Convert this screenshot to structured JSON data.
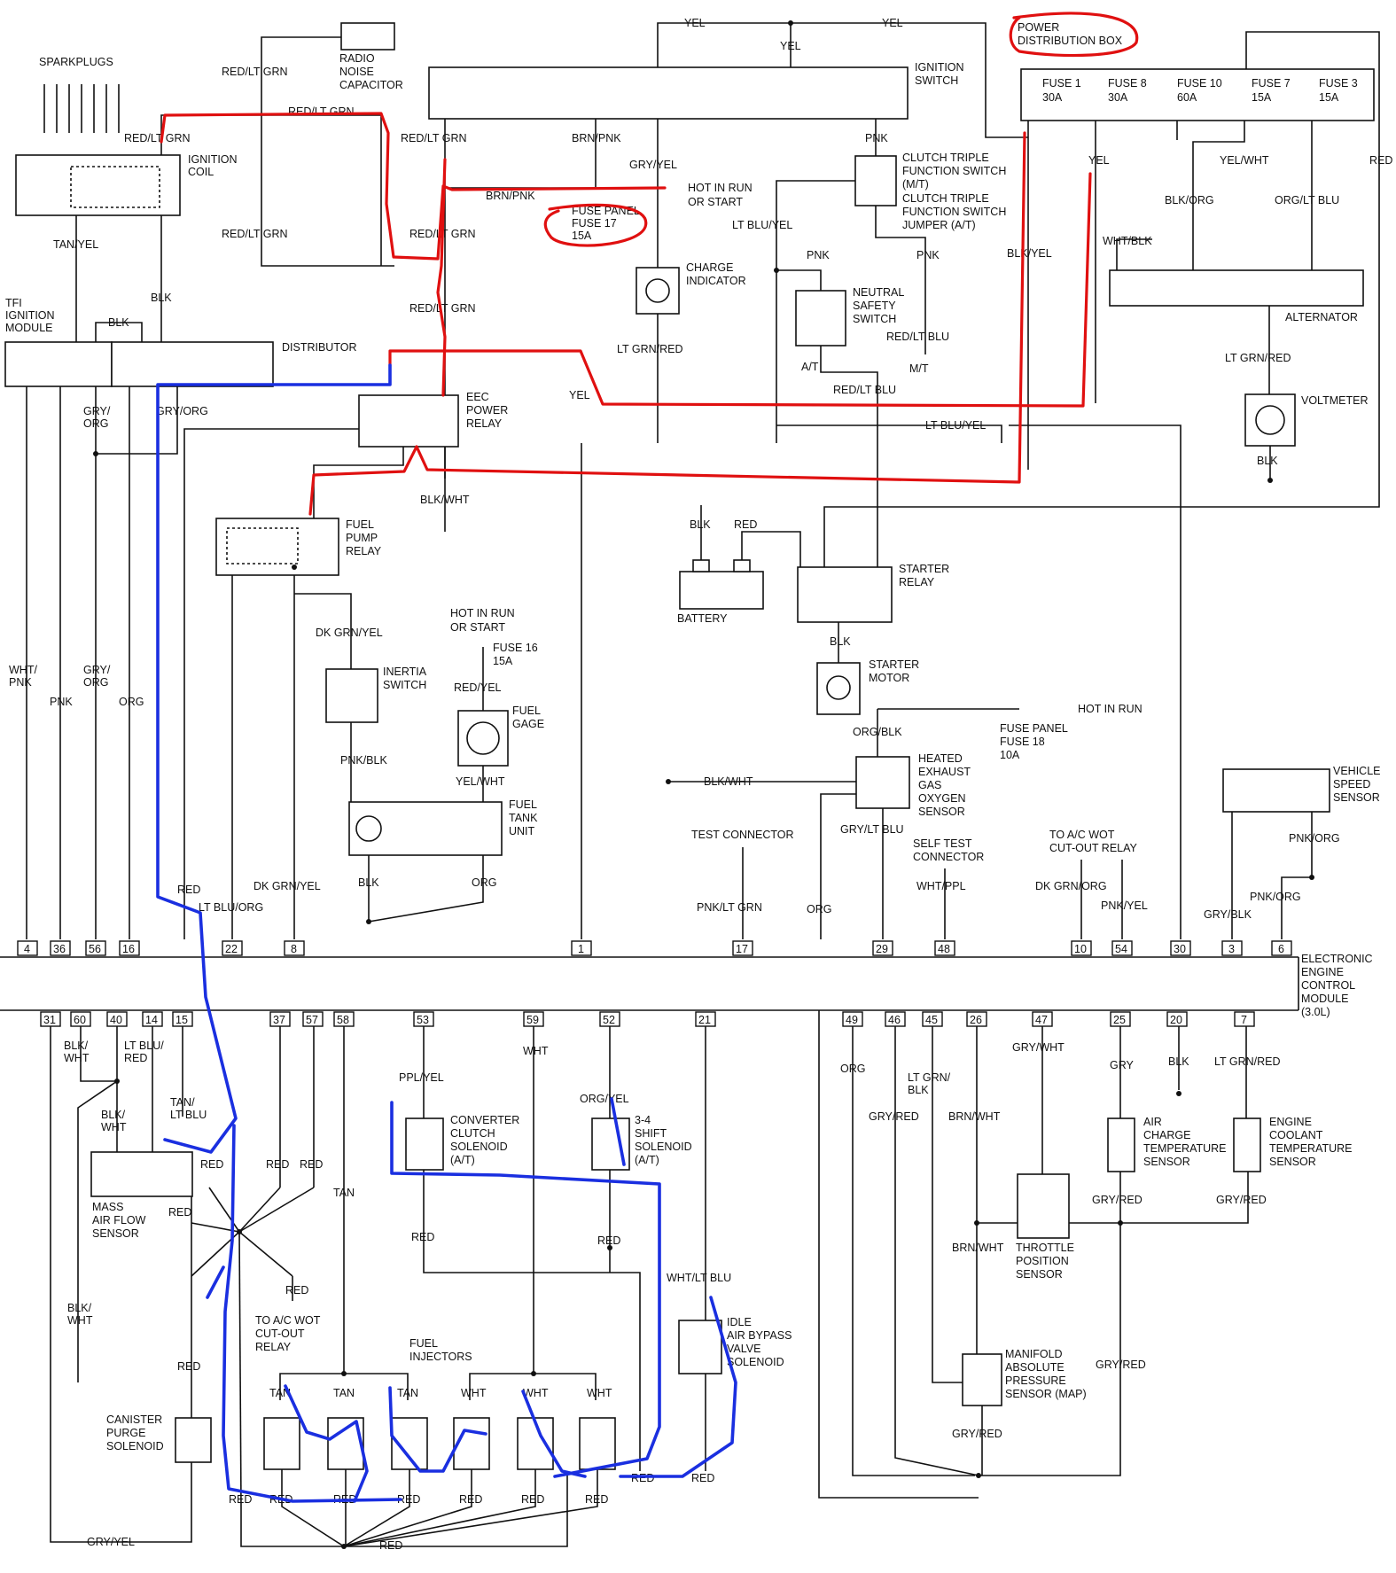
{
  "components": {
    "sparkplugs": "SPARKPLUGS",
    "ignition_coil": [
      "IGNITION",
      "COIL"
    ],
    "tfi_module": [
      "TFI",
      "IGNITION",
      "MODULE"
    ],
    "distributor": "DISTRIBUTOR",
    "radio_capacitor": [
      "RADIO",
      "NOISE",
      "CAPACITOR"
    ],
    "ignition_switch": [
      "IGNITION",
      "SWITCH"
    ],
    "power_distribution_box": [
      "POWER",
      "DISTRIBUTION BOX"
    ],
    "fuse_pdb": [
      {
        "name": "FUSE 1",
        "rating": "30A"
      },
      {
        "name": "FUSE 8",
        "rating": "30A"
      },
      {
        "name": "FUSE 10",
        "rating": "60A"
      },
      {
        "name": "FUSE 7",
        "rating": "15A"
      },
      {
        "name": "FUSE 3",
        "rating": "15A"
      }
    ],
    "hot_in_run_or_start": [
      "HOT IN RUN",
      "OR START"
    ],
    "fuse_panel_17": [
      "FUSE PANEL",
      "FUSE 17",
      "15A"
    ],
    "clutch_switch": [
      "CLUTCH TRIPLE",
      "FUNCTION SWITCH",
      "(M/T)",
      "CLUTCH TRIPLE",
      "FUNCTION SWITCH",
      "JUMPER (A/T)"
    ],
    "charge_indicator": [
      "CHARGE",
      "INDICATOR"
    ],
    "neutral_safety_switch": [
      "NEUTRAL",
      "SAFETY",
      "SWITCH"
    ],
    "at": "A/T",
    "mt": "M/T",
    "alternator": "ALTERNATOR",
    "voltmeter": "VOLTMETER",
    "eec_power_relay": [
      "EEC",
      "POWER",
      "RELAY"
    ],
    "fuel_pump_relay": [
      "FUEL",
      "PUMP",
      "RELAY"
    ],
    "battery": "BATTERY",
    "starter_relay": [
      "STARTER",
      "RELAY"
    ],
    "starter_motor": [
      "STARTER",
      "MOTOR"
    ],
    "inertia_switch": [
      "INERTIA",
      "SWITCH"
    ],
    "hot_in_run_or_start_2": [
      "HOT IN RUN",
      "OR START"
    ],
    "fuse_16": [
      "FUSE 16",
      "15A"
    ],
    "fuel_gage": [
      "FUEL",
      "GAGE"
    ],
    "fuel_tank_unit": [
      "FUEL",
      "TANK",
      "UNIT"
    ],
    "hot_in_run": "HOT IN RUN",
    "fuse_panel_18": [
      "FUSE PANEL",
      "FUSE 18",
      "10A"
    ],
    "heated_exhaust_gas_oxygen_sensor": [
      "HEATED",
      "EXHAUST",
      "GAS",
      "OXYGEN",
      "SENSOR"
    ],
    "vehicle_speed_sensor": [
      "VEHICLE",
      "SPEED",
      "SENSOR"
    ],
    "test_connector": "TEST CONNECTOR",
    "self_test_connector": [
      "SELF TEST",
      "CONNECTOR"
    ],
    "to_ac_wot_relay_top": [
      "TO A/C WOT",
      "CUT-OUT RELAY"
    ],
    "eec_module": [
      "ELECTRONIC",
      "ENGINE",
      "CONTROL",
      "MODULE",
      "(3.0L)"
    ],
    "mass_air_flow_sensor": [
      "MASS",
      "AIR FLOW",
      "SENSOR"
    ],
    "to_ac_wot_relay_bottom": [
      "TO A/C WOT",
      "CUT-OUT",
      "RELAY"
    ],
    "converter_clutch_solenoid": [
      "CONVERTER",
      "CLUTCH",
      "SOLENOID",
      "(A/T)"
    ],
    "shift_solenoid": [
      "3-4",
      "SHIFT",
      "SOLENOID",
      "(A/T)"
    ],
    "fuel_injectors": [
      "FUEL",
      "INJECTORS"
    ],
    "idle_air_bypass_valve": [
      "IDLE",
      "AIR BYPASS",
      "VALVE",
      "SOLENOID"
    ],
    "canister_purge_solenoid": [
      "CANISTER",
      "PURGE",
      "SOLENOID"
    ],
    "throttle_position_sensor": [
      "THROTTLE",
      "POSITION",
      "SENSOR"
    ],
    "manifold_absolute_pressure_sensor": [
      "MANIFOLD",
      "ABSOLUTE",
      "PRESSURE",
      "SENSOR (MAP)"
    ],
    "air_charge_temp_sensor": [
      "AIR",
      "CHARGE",
      "TEMPERATURE",
      "SENSOR"
    ],
    "engine_coolant_temp_sensor": [
      "ENGINE",
      "COOLANT",
      "TEMPERATURE",
      "SENSOR"
    ]
  },
  "top_pins": [
    "4",
    "36",
    "56",
    "16",
    "22",
    "8",
    "1",
    "17",
    "29",
    "48",
    "10",
    "54",
    "30",
    "3",
    "6"
  ],
  "bottom_pins": [
    "31",
    "60",
    "40",
    "14",
    "15",
    "37",
    "57",
    "58",
    "53",
    "59",
    "52",
    "21",
    "49",
    "46",
    "45",
    "26",
    "47",
    "25",
    "20",
    "7"
  ],
  "wire_labels": {
    "red_lt_grn_1": "RED/LT GRN",
    "red_lt_grn_2": "RED/LT GRN",
    "red_lt_grn_3": "RED/LT GRN",
    "red_lt_grn_4": "RED/LT GRN",
    "red_lt_grn_5": "RED/LT GRN",
    "red_lt_grn_6": "RED/LT GRN",
    "red_lt_grn_7": "RED/LT GRN",
    "yel_1": "YEL",
    "yel_2": "YEL",
    "yel_3": "YEL",
    "yel_4": "YEL",
    "yel_5": "YEL",
    "brn_pnk_1": "BRN/PNK",
    "brn_pnk_2": "BRN/PNK",
    "gry_yel_1": "GRY/YEL",
    "pnk_1": "PNK",
    "pnk_2": "PNK",
    "pnk_3": "PNK",
    "lt_blu_yel_1": "LT BLU/YEL",
    "lt_blu_yel_2": "LT BLU/YEL",
    "red_lt_blu_1": "RED/LT BLU",
    "red_lt_blu_2": "RED/LT BLU",
    "lt_grn_red_1": "LT GRN/RED",
    "lt_grn_red_2": "LT GRN/RED",
    "lt_grn_red_3": "LT GRN/RED",
    "blk_yel": "BLK/YEL",
    "yel_wht_1": "YEL/WHT",
    "yel_wht_2": "YEL/WHT",
    "blk_org": "BLK/ORG",
    "org_lt_blu": "ORG/LT BLU",
    "wht_blk": "WHT/BLK",
    "red_1": "RED",
    "tan_yel": "TAN/YEL",
    "blk_1": "BLK",
    "blk_2": "BLK",
    "blk_3": "BLK",
    "blk_4": "BLK",
    "blk_5": "BLK",
    "blk_6": "BLK",
    "blk_7": "BLK",
    "gry_org_1": "GRY/\nORG",
    "gry_org_2": "GRY/ORG",
    "gry_org_3": "GRY/\nORG",
    "blk_wht_1": "BLK/WHT",
    "blk_wht_2": "BLK/WHT",
    "dk_grn_yel_1": "DK GRN/YEL",
    "dk_grn_yel_2": "DK GRN/YEL",
    "pnk_blk": "PNK/BLK",
    "red_yel": "RED/YEL",
    "wht_pnk": "WHT/\nPNK",
    "pnk_4": "PNK",
    "org_1": "ORG",
    "org_2": "ORG",
    "org_3": "ORG",
    "org_blk": "ORG/BLK",
    "gry_lt_blu": "GRY/LT BLU",
    "pnk_lt_grn": "PNK/LT GRN",
    "wht_ppl": "WHT/PPL",
    "dk_grn_org": "DK GRN/ORG",
    "pnk_yel": "PNK/YEL",
    "pnk_org_1": "PNK/ORG",
    "pnk_org_2": "PNK/ORG",
    "gry_blk": "GRY/BLK",
    "red_2": "RED",
    "lt_blu_org": "LT BLU/ORG",
    "blk_wht_3": "BLK/\nWHT",
    "lt_blu_red": "LT BLU/\nRED",
    "tan_lt_blu": "TAN/\nLT BLU",
    "blk_wht_4": "BLK/\nWHT",
    "blk_wht_5": "BLK/\nWHT",
    "red_3": "RED",
    "red_4": "RED",
    "red_5": "RED",
    "red_6": "RED",
    "red_7": "RED",
    "red_8": "RED",
    "tan_1": "TAN",
    "ppl_yel": "PPL/YEL",
    "wht_1": "WHT",
    "org_yel": "ORG/YEL",
    "red_9": "RED",
    "red_10": "RED",
    "wht_lt_blu": "WHT/LT BLU",
    "tan_2": "TAN",
    "tan_3": "TAN",
    "tan_4": "TAN",
    "wht_2": "WHT",
    "wht_3": "WHT",
    "wht_4": "WHT",
    "red_11": "RED",
    "red_12": "RED",
    "red_13": "RED",
    "red_14": "RED",
    "red_15": "RED",
    "red_16": "RED",
    "red_17": "RED",
    "red_18": "RED",
    "red_19": "RED",
    "red_20": "RED",
    "gry_yel_2": "GRY/YEL",
    "org_4": "ORG",
    "gry_red_1": "GRY/RED",
    "lt_grn_blk": "LT GRN/\nBLK",
    "brn_wht_1": "BRN/WHT",
    "brn_wht_2": "BRN/WHT",
    "gry_wht": "GRY/WHT",
    "gry": "GRY",
    "gry_red_2": "GRY/RED",
    "gry_red_3": "GRY/RED",
    "gry_red_4": "GRY/RED",
    "gry_red_5": "GRY/RED"
  },
  "colors": {
    "annotation_red": "#e01010",
    "annotation_blue": "#1a2fe0",
    "ink": "#111111"
  }
}
